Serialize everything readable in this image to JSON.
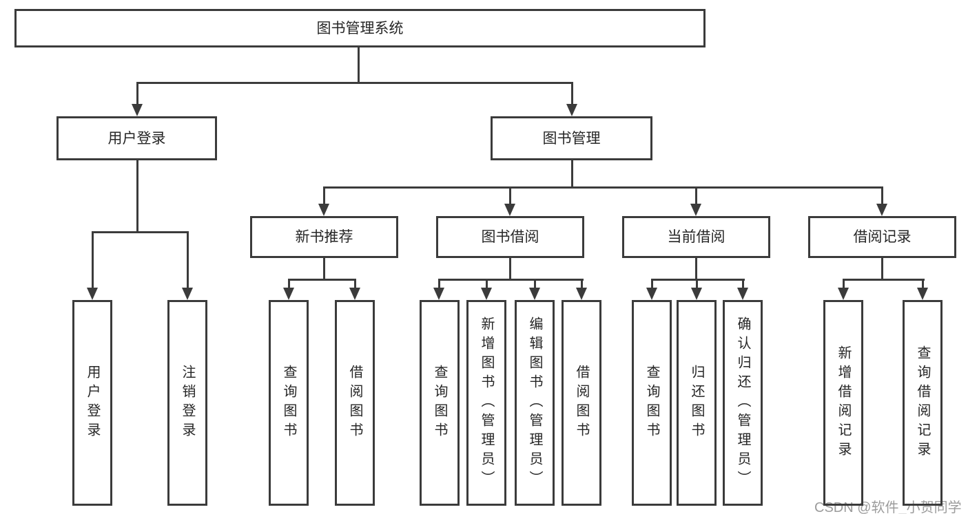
{
  "colors": {
    "line": "#3b3b3b",
    "text": "#262626",
    "watermark_gray": "#9c9c9c",
    "background": "#ffffff"
  },
  "tree": {
    "root": "图书管理系统",
    "branches": [
      {
        "label": "用户登录",
        "children": [
          {
            "label": "用户登录"
          },
          {
            "label": "注销登录"
          }
        ]
      },
      {
        "label": "图书管理",
        "children": [
          {
            "label": "新书推荐",
            "children": [
              {
                "label": "查询图书"
              },
              {
                "label": "借阅图书"
              }
            ]
          },
          {
            "label": "图书借阅",
            "children": [
              {
                "label": "查询图书"
              },
              {
                "label": "新增图书（管理员）"
              },
              {
                "label": "编辑图书（管理员）"
              },
              {
                "label": "借阅图书"
              }
            ]
          },
          {
            "label": "当前借阅",
            "children": [
              {
                "label": "查询图书"
              },
              {
                "label": "归还图书"
              },
              {
                "label": "确认归还（管理员）"
              }
            ]
          },
          {
            "label": "借阅记录",
            "children": [
              {
                "label": "新增借阅记录"
              },
              {
                "label": "查询借阅记录"
              }
            ]
          }
        ]
      }
    ]
  },
  "watermark": {
    "text": "CSDN @软件_小贺同学"
  }
}
